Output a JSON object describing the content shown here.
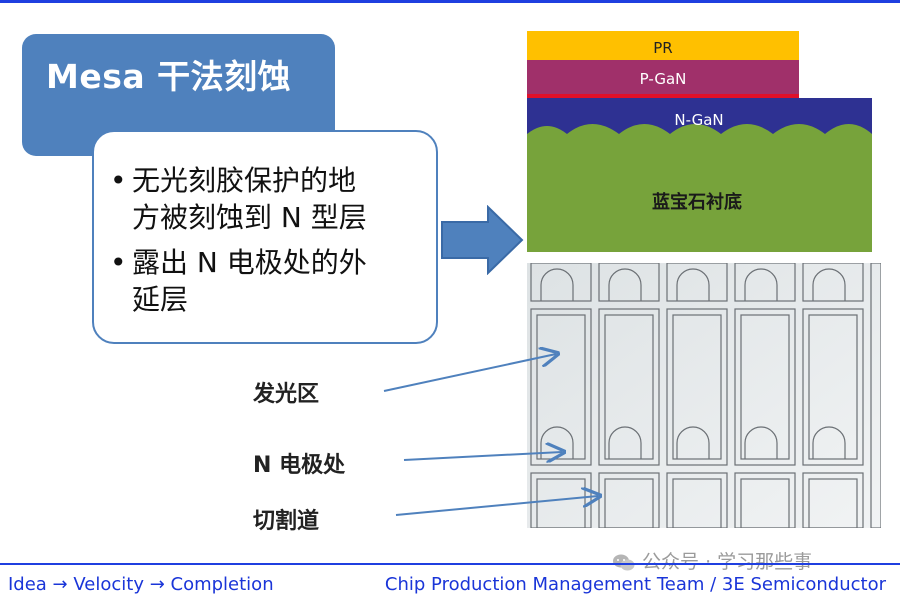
{
  "title": "Mesa 干法刻蚀",
  "bullets": [
    {
      "line1": "无光刻胶保护的地",
      "line2": "方被刻蚀到 N 型层"
    },
    {
      "line1": "露出 N 电极处的外",
      "line2": "延层"
    }
  ],
  "stack_layers": {
    "pr": "PR",
    "pgan": "P-GaN",
    "ngan": "N-GaN",
    "substrate": "蓝宝石衬底"
  },
  "micro_labels": {
    "emitting": "发光区",
    "n_electrode": "N 电极处",
    "scribe": "切割道"
  },
  "footer": {
    "left": "Idea → Velocity → Completion",
    "right": "Chip Production Management Team / 3E Semiconductor"
  },
  "watermark": "公众号 · 学习那些事",
  "colors": {
    "accent_blue": "#4f81bd",
    "rule_blue": "#1f3fe0",
    "pr": "#ffc000",
    "pgan": "#a0306a",
    "ngan": "#2e3192",
    "substrate": "#77a33b"
  }
}
